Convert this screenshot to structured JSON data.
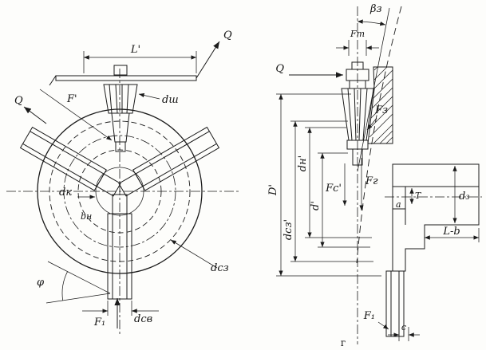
{
  "meta": {
    "ink_color": "#1b1b1b",
    "background_color": "#fdfdfb",
    "figure_type": "three-jaw-chuck-force-diagram"
  },
  "left_view": {
    "labels": {
      "L": "L'",
      "Q_top": "Q",
      "Q_left": "Q",
      "F_prime": "F'",
      "d_sh": "dш",
      "d_k": "dк",
      "b_n": "bн",
      "phi": "φ",
      "d_s3": "dсз",
      "d_sv": "dсв",
      "F1": "F₁"
    }
  },
  "right_view": {
    "labels": {
      "beta3": "βз",
      "Ft": "Fт",
      "Q": "Q",
      "F3": "Fз",
      "Fc": "Fс'",
      "Fg": "Fг",
      "D_prime": "D'",
      "d_s3": "dсз'",
      "d_n": "dн'",
      "d_prime": "d'",
      "T": "T",
      "a": "a",
      "d3": "d₃",
      "Lb": "L-b",
      "F1": "F₁",
      "c": "c"
    }
  },
  "caption": "г"
}
